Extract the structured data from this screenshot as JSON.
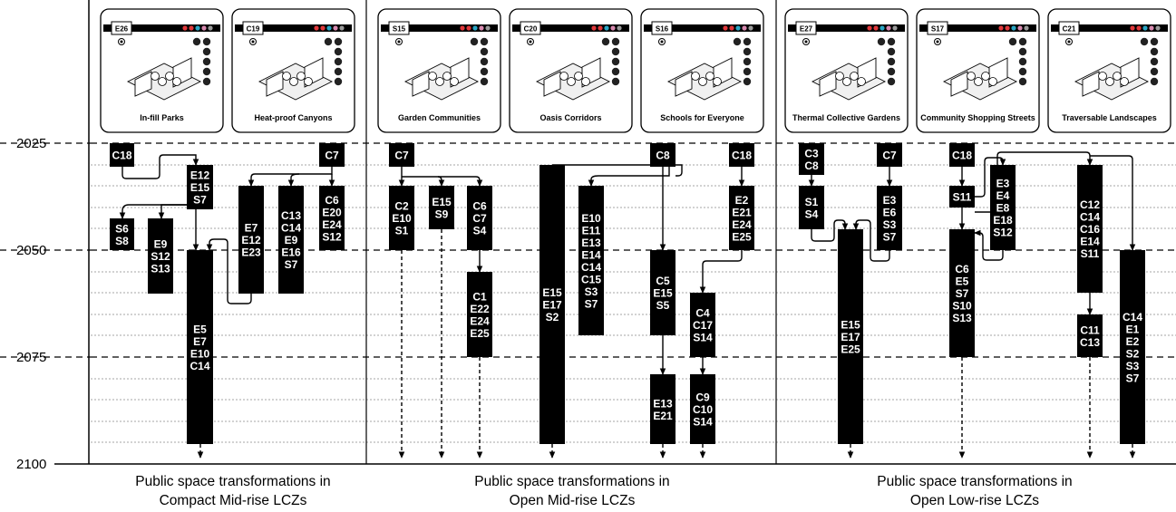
{
  "years": [
    "2025",
    "2050",
    "2075",
    "2100"
  ],
  "groups": [
    {
      "line1": "Public space transformations in",
      "line2": "Compact Mid-rise LCZs"
    },
    {
      "line1": "Public space transformations in",
      "line2": "Open Mid-rise LCZs"
    },
    {
      "line1": "Public space transformations in",
      "line2": "Open Low-rise LCZs"
    }
  ],
  "cards": [
    {
      "code": "E26",
      "title": "In-fill Parks"
    },
    {
      "code": "C19",
      "title": "Heat-proof Canyons"
    },
    {
      "code": "S15",
      "title": "Garden Communities"
    },
    {
      "code": "C20",
      "title": "Oasis Corridors"
    },
    {
      "code": "S16",
      "title": "Schools for Everyone"
    },
    {
      "code": "E27",
      "title": "Thermal Collective Gardens"
    },
    {
      "code": "S17",
      "title": "Community Shopping Streets"
    },
    {
      "code": "C21",
      "title": "Traversable Landscapes"
    }
  ],
  "bars": [
    {
      "id": "g1-c18",
      "lines": [
        "C18"
      ]
    },
    {
      "id": "g1-e12",
      "lines": [
        "E12",
        "E15",
        "S7"
      ]
    },
    {
      "id": "g1-c7",
      "lines": [
        "C7"
      ]
    },
    {
      "id": "g1-s6",
      "lines": [
        "S6",
        "S8"
      ]
    },
    {
      "id": "g1-e9",
      "lines": [
        "E9",
        "S12",
        "S13"
      ]
    },
    {
      "id": "g1-e5",
      "lines": [
        "E5",
        "E7",
        "E10",
        "C14"
      ]
    },
    {
      "id": "g1-e7",
      "lines": [
        "E7",
        "E12",
        "E23"
      ]
    },
    {
      "id": "g1-c13",
      "lines": [
        "C13",
        "C14",
        "E9",
        "E16",
        "S7"
      ]
    },
    {
      "id": "g1-c6",
      "lines": [
        "C6",
        "E20",
        "E24",
        "S12"
      ]
    },
    {
      "id": "g2-c7",
      "lines": [
        "C7"
      ]
    },
    {
      "id": "g2-c2",
      "lines": [
        "C2",
        "E10",
        "S1"
      ]
    },
    {
      "id": "g2-e15",
      "lines": [
        "E15",
        "S9"
      ]
    },
    {
      "id": "g2-c6",
      "lines": [
        "C6",
        "C7",
        "S4"
      ]
    },
    {
      "id": "g2-c1",
      "lines": [
        "C1",
        "E22",
        "E24",
        "E25"
      ]
    },
    {
      "id": "g2-e15b",
      "lines": [
        "E15",
        "E17",
        "S2"
      ]
    },
    {
      "id": "g2-e10",
      "lines": [
        "E10",
        "E11",
        "E13",
        "E14",
        "C14",
        "C15",
        "S3",
        "S7"
      ]
    },
    {
      "id": "g2-c8",
      "lines": [
        "C8"
      ]
    },
    {
      "id": "g2-c5",
      "lines": [
        "C5",
        "E15",
        "S5"
      ]
    },
    {
      "id": "g2-e13",
      "lines": [
        "E13",
        "E21"
      ]
    },
    {
      "id": "g2-c18",
      "lines": [
        "C18"
      ]
    },
    {
      "id": "g2-e2",
      "lines": [
        "E2",
        "E21",
        "E24",
        "E25"
      ]
    },
    {
      "id": "g2-c4",
      "lines": [
        "C4",
        "C17",
        "S14"
      ]
    },
    {
      "id": "g2-c9",
      "lines": [
        "C9",
        "C10",
        "S14"
      ]
    },
    {
      "id": "g3-c3",
      "lines": [
        "C3",
        "C8"
      ]
    },
    {
      "id": "g3-s1",
      "lines": [
        "S1",
        "S4"
      ]
    },
    {
      "id": "g3-e15",
      "lines": [
        "E15",
        "E17",
        "E25"
      ]
    },
    {
      "id": "g3-c7",
      "lines": [
        "C7"
      ]
    },
    {
      "id": "g3-e3",
      "lines": [
        "E3",
        "E6",
        "S3",
        "S7"
      ]
    },
    {
      "id": "g3-c18",
      "lines": [
        "C18"
      ]
    },
    {
      "id": "g3-s11",
      "lines": [
        "S11"
      ]
    },
    {
      "id": "g3-c6",
      "lines": [
        "C6",
        "E5",
        "S7",
        "S10",
        "S13"
      ]
    },
    {
      "id": "g3-e3b",
      "lines": [
        "E3",
        "E4",
        "E8",
        "E18",
        "S12"
      ]
    },
    {
      "id": "g3-c12",
      "lines": [
        "C12",
        "C14",
        "C16",
        "E14",
        "S11"
      ]
    },
    {
      "id": "g3-c11",
      "lines": [
        "C11",
        "C13"
      ]
    },
    {
      "id": "g3-c14",
      "lines": [
        "C14",
        "E1",
        "E2",
        "S2",
        "S3",
        "S7"
      ]
    }
  ]
}
